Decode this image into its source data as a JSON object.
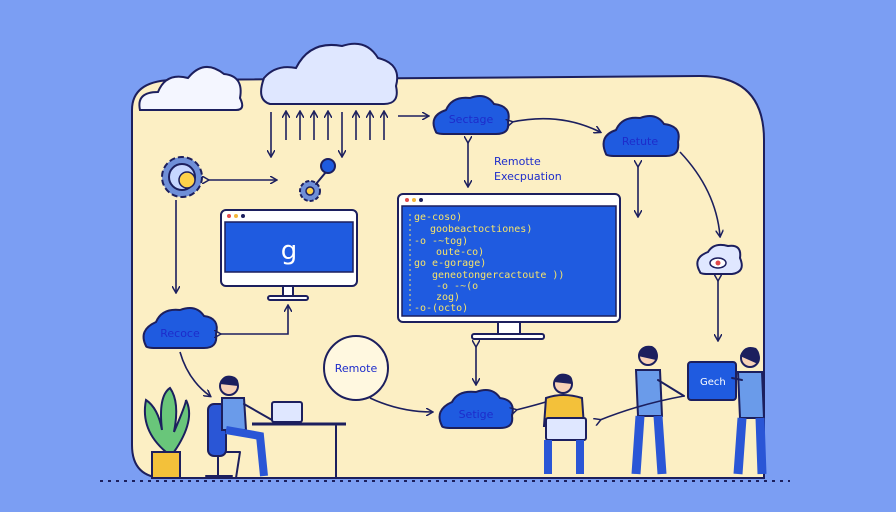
{
  "nodes": {
    "top_center": "Sectage",
    "top_right": "Retute",
    "left_mid": "Recoce",
    "bottom_center": "Setige",
    "remote_circle": "Remote",
    "remote_execution": {
      "line1": "Remotte",
      "line2": "Execpuation"
    }
  },
  "left_monitor": {
    "glyph": "g"
  },
  "code_monitor": {
    "lines": [
      "ge-coso)",
      "goobeactoctiones)",
      "-o  -~tog)",
      "oute-co)",
      "go    e-gorage)",
      "geneotongercactoute ))",
      "-o -~(o",
      "zog)",
      "-o-(octo)"
    ]
  },
  "tablet": {
    "label": "Gech"
  },
  "colors": {
    "background": "#7b9ef3",
    "panel": "#fcefc4",
    "node_fill": "#1f5be0",
    "screen": "#1f5be0",
    "ink": "#1c1f5e"
  }
}
